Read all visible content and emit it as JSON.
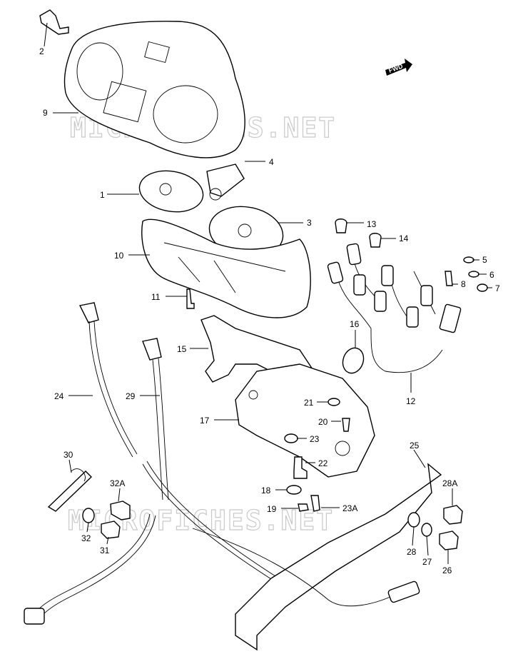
{
  "watermark": "MICROFICHES.NET",
  "fwd_badge": "FWD",
  "callouts": [
    {
      "id": "c2",
      "label": "2"
    },
    {
      "id": "c9",
      "label": "9"
    },
    {
      "id": "c1",
      "label": "1"
    },
    {
      "id": "c4",
      "label": "4"
    },
    {
      "id": "c3",
      "label": "3"
    },
    {
      "id": "c13",
      "label": "13"
    },
    {
      "id": "c14",
      "label": "14"
    },
    {
      "id": "c10",
      "label": "10"
    },
    {
      "id": "c5",
      "label": "5"
    },
    {
      "id": "c6",
      "label": "6"
    },
    {
      "id": "c8",
      "label": "8"
    },
    {
      "id": "c7",
      "label": "7"
    },
    {
      "id": "c11",
      "label": "11"
    },
    {
      "id": "c16",
      "label": "16"
    },
    {
      "id": "c15",
      "label": "15"
    },
    {
      "id": "c24",
      "label": "24"
    },
    {
      "id": "c29",
      "label": "29"
    },
    {
      "id": "c12",
      "label": "12"
    },
    {
      "id": "c21",
      "label": "21"
    },
    {
      "id": "c17",
      "label": "17"
    },
    {
      "id": "c20",
      "label": "20"
    },
    {
      "id": "c23",
      "label": "23"
    },
    {
      "id": "c25",
      "label": "25"
    },
    {
      "id": "c30",
      "label": "30"
    },
    {
      "id": "c22",
      "label": "22"
    },
    {
      "id": "c32A",
      "label": "32A"
    },
    {
      "id": "c28A",
      "label": "28A"
    },
    {
      "id": "c18",
      "label": "18"
    },
    {
      "id": "c19",
      "label": "19"
    },
    {
      "id": "c23A",
      "label": "23A"
    },
    {
      "id": "c32",
      "label": "32"
    },
    {
      "id": "c28",
      "label": "28"
    },
    {
      "id": "c27",
      "label": "27"
    },
    {
      "id": "c31",
      "label": "31"
    },
    {
      "id": "c26",
      "label": "26"
    }
  ]
}
